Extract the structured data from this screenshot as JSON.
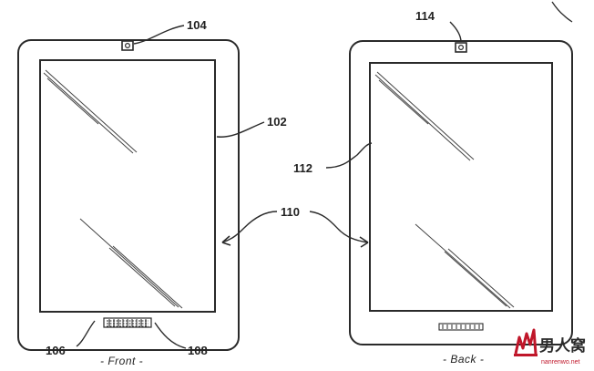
{
  "colors": {
    "line": "#2a2a2a",
    "hatch": "#444444",
    "watermark_red": "#c0162a"
  },
  "front_device": {
    "caption": "- Front -",
    "camera_ref": "104",
    "display_ref": "102",
    "speaker_left_ref": "106",
    "speaker_right_ref": "108",
    "camera_icon": "camera-icon",
    "speaker_icon": "speaker-grille-icon"
  },
  "back_device": {
    "caption": "- Back -",
    "camera_ref": "114",
    "display_ref": "112",
    "speaker_icon": "speaker-grille-icon",
    "camera_icon": "camera-icon"
  },
  "shared": {
    "edges_ref": "110"
  },
  "watermark": {
    "brand_text": "男人窝",
    "url_text": "nanrenwo.net",
    "logo_icon": "nrw-logo-icon"
  }
}
